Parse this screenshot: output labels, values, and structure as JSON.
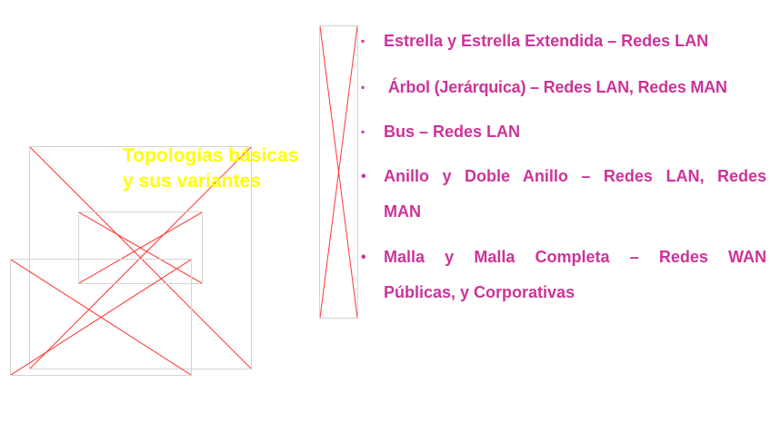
{
  "slide": {
    "title_lines": [
      "Topologías básicas",
      "y sus variantes"
    ],
    "colors": {
      "title": "#ffff00",
      "bullets": "#cc3399",
      "placeholder_cross": "#ff3333",
      "placeholder_border": "#d4d4d4"
    },
    "image_placeholders": [
      "broken-image-icon",
      "broken-image-icon",
      "broken-image-icon",
      "broken-image-icon"
    ],
    "items": [
      {
        "bullet": "▪",
        "lines": [
          "Estrella y Estrella Extendida – Redes LAN"
        ]
      },
      {
        "bullet": "▪",
        "lines": [
          " Árbol (Jerárquica) – Redes LAN, Redes MAN"
        ]
      },
      {
        "bullet": "▪",
        "lines": [
          "Bus – Redes LAN"
        ]
      },
      {
        "bullet": "•",
        "lines": [
          "Anillo y Doble Anillo – Redes LAN, Redes",
          "MAN"
        ]
      },
      {
        "bullet": "•",
        "lines": [
          "Malla y Malla Completa – Redes WAN",
          "Públicas, y Corporativas"
        ]
      }
    ]
  }
}
